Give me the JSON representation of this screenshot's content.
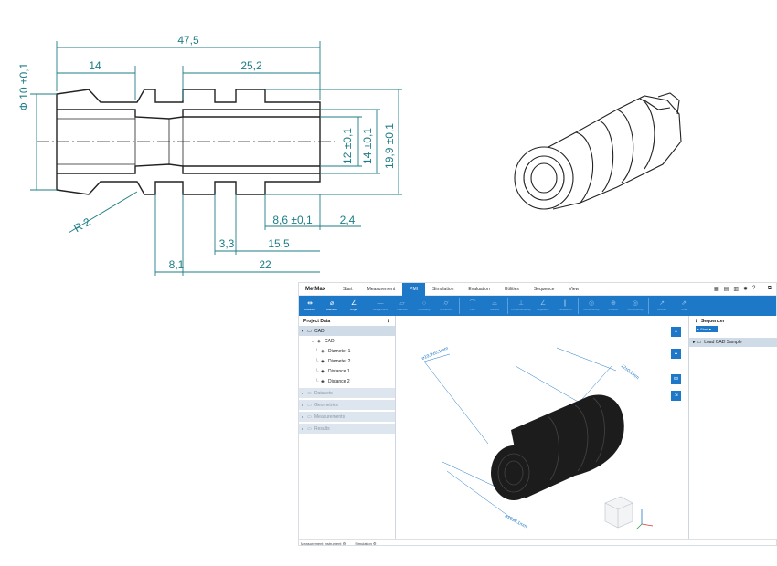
{
  "drawing": {
    "dims": {
      "overall": "47,5",
      "left_len": "14",
      "right_len": "25,2",
      "dia_left": "Ф 10 ±0,1",
      "dia_12": "12 ±0,1",
      "dia_14": "14 ±0,1",
      "dia_19": "19,9 ±0,1",
      "radius": "R 2",
      "groove": "8,6 ±0,1",
      "edge": "2,4",
      "b33": "3,3",
      "b155": "15,5",
      "b81": "8,1",
      "b22": "22"
    }
  },
  "app": {
    "title": "MetMax",
    "tabs": [
      {
        "label": "Start"
      },
      {
        "label": "Measurement"
      },
      {
        "label": "PMI"
      },
      {
        "label": "Simulation"
      },
      {
        "label": "Evaluation"
      },
      {
        "label": "Utilities"
      },
      {
        "label": "Sequence"
      },
      {
        "label": "View"
      }
    ],
    "active_tab": "PMI",
    "ribbon": [
      {
        "label": "Distance",
        "icon": "⇹"
      },
      {
        "label": "Diameter",
        "icon": "⌀"
      },
      {
        "label": "Angle",
        "icon": "∠"
      },
      {
        "label": "Straightness",
        "icon": "—"
      },
      {
        "label": "Flatness",
        "icon": "▱"
      },
      {
        "label": "Circularity",
        "icon": "○"
      },
      {
        "label": "Cylindricity",
        "icon": "⌭"
      },
      {
        "label": "Line",
        "icon": "⌒"
      },
      {
        "label": "Surface",
        "icon": "⌓"
      },
      {
        "label": "Perpendicularity",
        "icon": "⊥"
      },
      {
        "label": "Angularity",
        "icon": "∠"
      },
      {
        "label": "Parallelism",
        "icon": "∥"
      },
      {
        "label": "Concentricity",
        "icon": "◎"
      },
      {
        "label": "Position",
        "icon": "⊕"
      },
      {
        "label": "Concentricity",
        "icon": "◎"
      },
      {
        "label": "Circular",
        "icon": "↗"
      },
      {
        "label": "Total",
        "icon": "⇗"
      }
    ],
    "left_panel": {
      "title": "Project Data",
      "cad_root": "CAD",
      "cad_child": "CAD",
      "features": [
        "Diameter 1",
        "Diameter 2",
        "Distance 1",
        "Distance 2"
      ],
      "groups": [
        "Datasets",
        "Geometries",
        "Measurements",
        "Results"
      ]
    },
    "viewport": {
      "labels": {
        "dia_top": "⌀19,9±0,1mm",
        "dia_right": "12±0,1mm",
        "dia_bottom": "⌀10±0,1mm"
      },
      "buttons": [
        "↔",
        "▲",
        "⋈",
        "⇲"
      ]
    },
    "right_panel": {
      "title": "Sequencer",
      "start_label": "Start",
      "item": "Load CAD Sample"
    },
    "status": [
      "Measurement Instrument",
      "Simulation"
    ],
    "accent": "#1e78c8",
    "dim_color": "#1d7d86"
  }
}
